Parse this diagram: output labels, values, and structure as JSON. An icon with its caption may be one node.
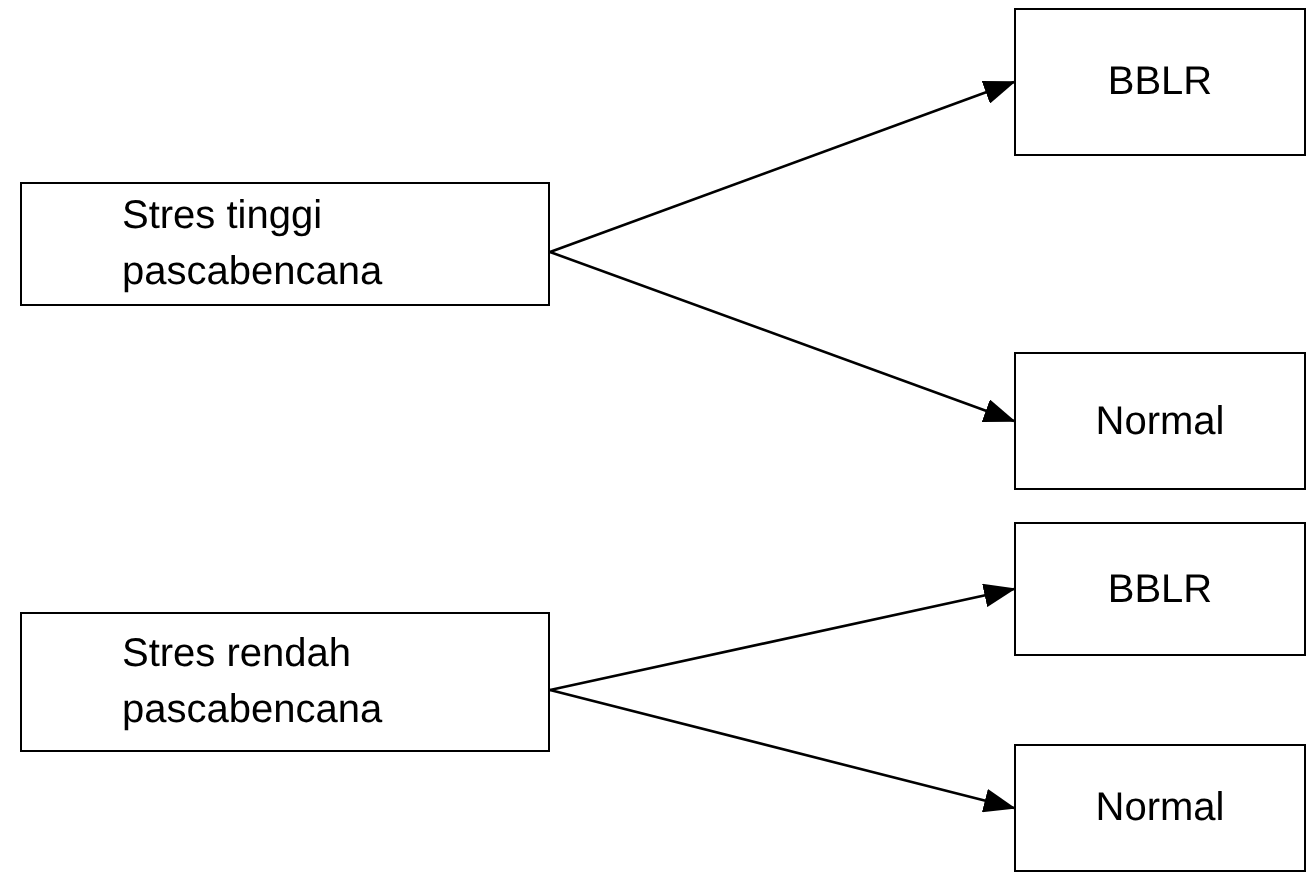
{
  "diagram": {
    "nodes": [
      {
        "text": [
          "Stres tinggi pascabencana"
        ]
      },
      {
        "text": [
          "BBLR"
        ]
      },
      {
        "text": [
          "Normal"
        ]
      },
      {
        "text": [
          "Stres rendah pascabencana"
        ]
      },
      {
        "text": [
          "BBLR"
        ]
      },
      {
        "text": [
          "Normal"
        ]
      }
    ],
    "edges": [
      {
        "from": 0,
        "to": 1,
        "arrow": "to"
      },
      {
        "from": 0,
        "to": 2,
        "arrow": "to"
      },
      {
        "from": 3,
        "to": 4,
        "arrow": "to"
      },
      {
        "from": 3,
        "to": 5,
        "arrow": "to"
      }
    ]
  }
}
